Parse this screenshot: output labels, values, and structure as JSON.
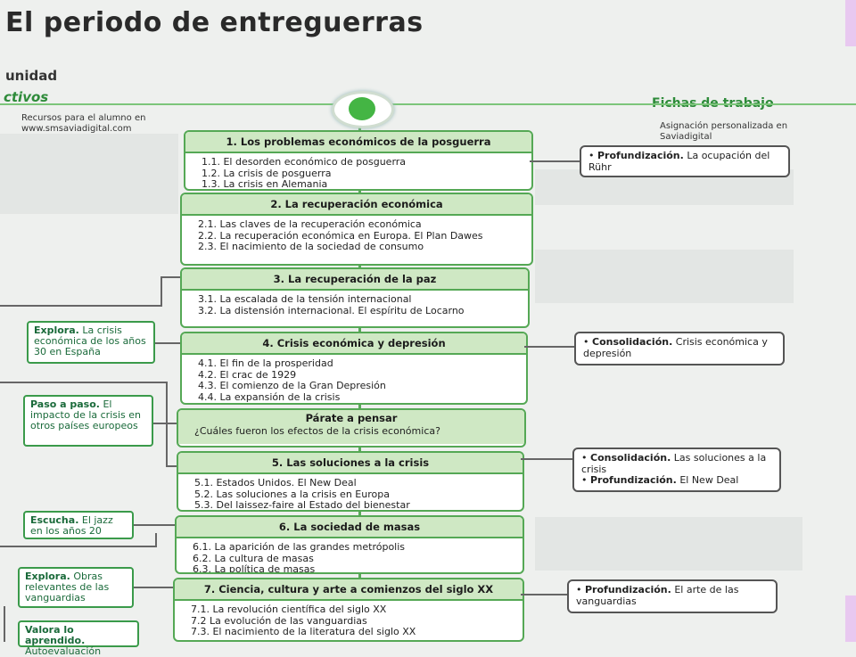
{
  "title": "El periodo de entreguerras",
  "unidad": "unidad",
  "objetivos": "ctivos",
  "recursos": "Recursos para el alumno en www.smsaviadigital.com",
  "fichas": "Fichas de trabajo",
  "asignacion": "Asignación personalizada en Saviadigital",
  "sections": [
    {
      "head": "1. Los problemas económicos de la posguerra",
      "items": [
        "1.1. El desorden económico de posguerra",
        "1.2. La crisis de posguerra",
        "1.3. La crisis en Alemania"
      ]
    },
    {
      "head": "2. La recuperación económica",
      "items": [
        "2.1. Las claves de la recuperación económica",
        "2.2. La recuperación económica en Europa. El Plan Dawes",
        "2.3. El nacimiento de la sociedad de consumo"
      ]
    },
    {
      "head": "3. La recuperación de la paz",
      "items": [
        "3.1. La escalada de la tensión internacional",
        "3.2. La distensión internacional. El espíritu de Locarno"
      ]
    },
    {
      "head": "4. Crisis económica y depresión",
      "items": [
        "4.1. El fin de la prosperidad",
        "4.2. El crac de 1929",
        "4.3. El comienzo de la Gran Depresión",
        "4.4. La expansión de la crisis"
      ]
    },
    {
      "head": "Párate a pensar",
      "items": [
        "¿Cuáles fueron los efectos de la crisis económica?"
      ]
    },
    {
      "head": "5. Las soluciones a la crisis",
      "items": [
        "5.1. Estados Unidos. El New Deal",
        "5.2. Las soluciones a la crisis en Europa",
        "5.3. Del laissez-faire al Estado del bienestar"
      ]
    },
    {
      "head": "6. La sociedad de masas",
      "items": [
        "6.1. La aparición de las grandes metrópolis",
        "6.2. La cultura de masas",
        "6.3. La política de masas"
      ]
    },
    {
      "head": "7. Ciencia, cultura y arte a comienzos del siglo XX",
      "items": [
        "7.1. La revolución científica del siglo XX",
        "7.2 La evolución de las vanguardias",
        "7.3. El nacimiento de la literatura del siglo XX"
      ]
    }
  ],
  "right": [
    {
      "lines": [
        {
          "bold": "Profundización.",
          "rest": " La ocupación del Rühr"
        }
      ]
    },
    {
      "lines": [
        {
          "bold": "Consolidación.",
          "rest": " Crisis económica y depresión"
        }
      ]
    },
    {
      "lines": [
        {
          "bold": "Consolidación.",
          "rest": " Las soluciones a la crisis"
        },
        {
          "bold": "Profundización.",
          "rest": " El New Deal"
        }
      ]
    },
    {
      "lines": [
        {
          "bold": "Profundización.",
          "rest": " El arte de las vanguardias"
        }
      ]
    }
  ],
  "left": [
    {
      "bold": "Explora.",
      "rest": " La crisis económica de los años 30 en España"
    },
    {
      "bold": "Paso a paso.",
      "rest": " El impacto de la crisis en otros países europeos"
    },
    {
      "bold": "Escucha.",
      "rest": " El jazz en los años 20"
    },
    {
      "bold": "Explora.",
      "rest": " Obras relevantes de las vanguardias"
    },
    {
      "bold": "Valora lo aprendido.",
      "rest": " Autoevaluación"
    }
  ],
  "bullet": "•"
}
